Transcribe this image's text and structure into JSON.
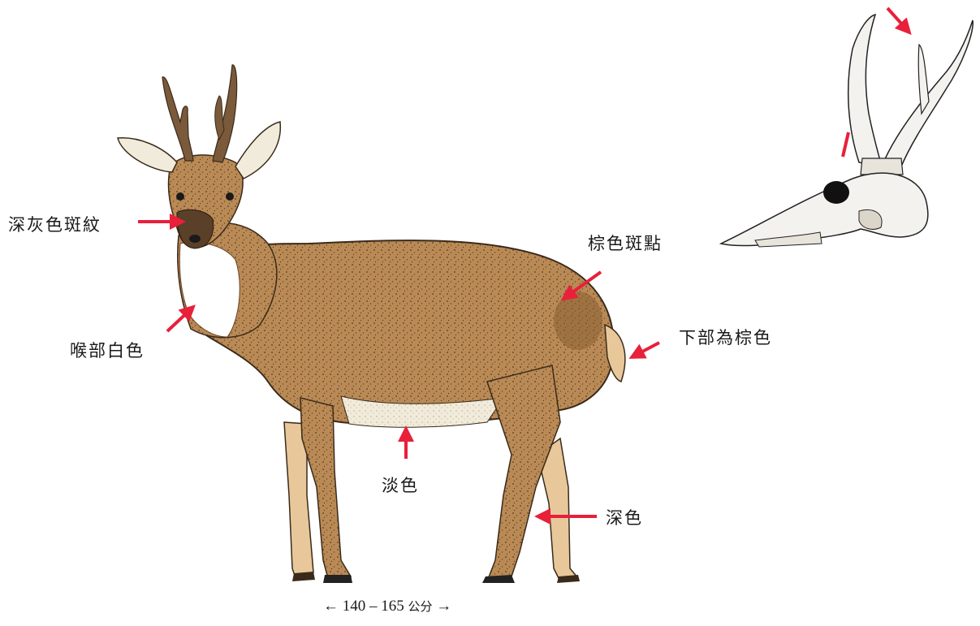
{
  "labels": {
    "muzzle": "深灰色斑紋",
    "throat": "喉部白色",
    "spot": "棕色斑點",
    "tail": "下部為棕色",
    "belly": "淡色",
    "leg": "深色"
  },
  "size": {
    "left_arrow": "←",
    "range": "140 – 165",
    "unit": "公分",
    "right_arrow": "→"
  },
  "colors": {
    "arrow": "#e8203a",
    "coat": "#b98a55",
    "coat_dark": "#8a5f33",
    "throat": "#ffffff",
    "belly": "#efe8d6",
    "leg_light": "#e8c89a",
    "antler": "#7a5a3a",
    "skull": "#f4f2ee"
  },
  "icons": {
    "animal": "muntjac-deer-illustration",
    "skull": "deer-skull-illustration"
  }
}
